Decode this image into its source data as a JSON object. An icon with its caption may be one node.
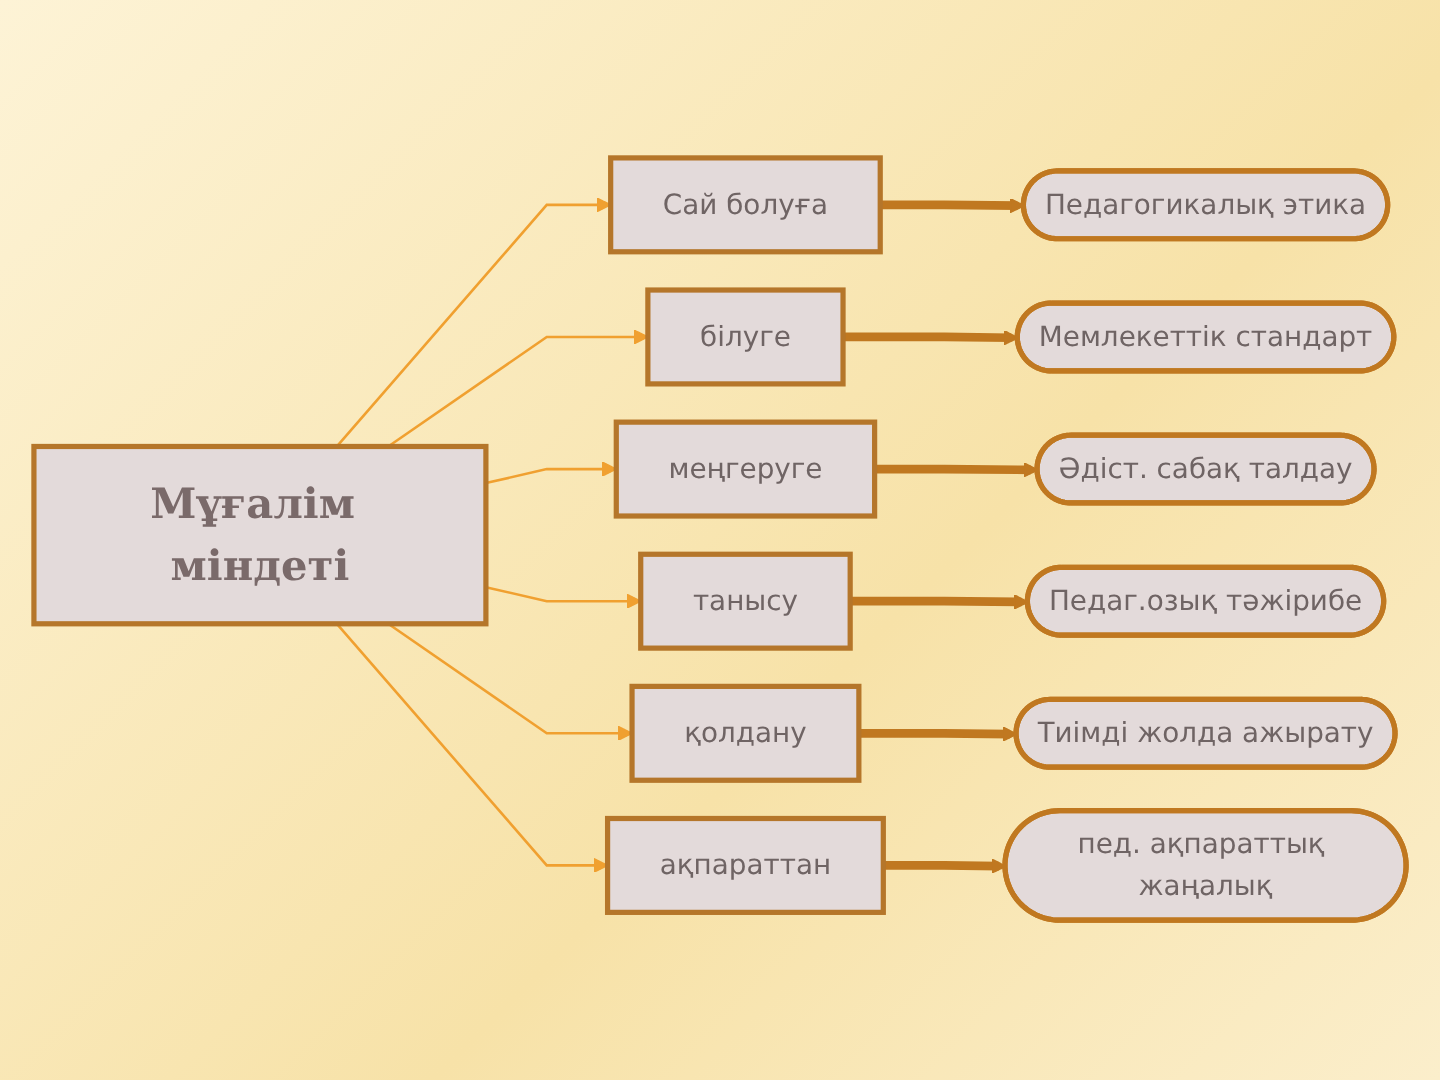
{
  "diagram": {
    "nodes": [
      {
        "text": [
          "Мұғалім міндеті"
        ]
      },
      {
        "text": [
          "Сай болуға"
        ]
      },
      {
        "text": [
          "білуге"
        ]
      },
      {
        "text": [
          "меңгеруге"
        ]
      },
      {
        "text": [
          "танысу"
        ]
      },
      {
        "text": [
          "қолдану"
        ]
      },
      {
        "text": [
          "ақпараттан"
        ]
      },
      {
        "text": [
          "Педагогикалық  этика"
        ]
      },
      {
        "text": [
          "Мемлекеттік стандарт"
        ]
      },
      {
        "text": [
          "Әдіст. сабақ талдау"
        ]
      },
      {
        "text": [
          "Педаг.озық тәжірибе"
        ]
      },
      {
        "text": [
          "Тиімді жолда ажырату"
        ]
      },
      {
        "text": [
          "пед. ақпараттық жаңалық"
        ]
      }
    ],
    "edges": [
      {
        "from": 0,
        "to": 1,
        "arrow": "to"
      },
      {
        "from": 0,
        "to": 2,
        "arrow": "to"
      },
      {
        "from": 0,
        "to": 3,
        "arrow": "to"
      },
      {
        "from": 0,
        "to": 4,
        "arrow": "to"
      },
      {
        "from": 0,
        "to": 5,
        "arrow": "to"
      },
      {
        "from": 0,
        "to": 6,
        "arrow": "to"
      },
      {
        "from": 1,
        "to": 7,
        "arrow": "to",
        "style": "thick",
        "color": "#c07820"
      },
      {
        "from": 2,
        "to": 8,
        "arrow": "to",
        "style": "thick",
        "color": "#c07820"
      },
      {
        "from": 3,
        "to": 9,
        "arrow": "to",
        "style": "thick",
        "color": "#c07820"
      },
      {
        "from": 4,
        "to": 10,
        "arrow": "to",
        "style": "thick",
        "color": "#c07820"
      },
      {
        "from": 5,
        "to": 11,
        "arrow": "to",
        "style": "thick",
        "color": "#c07820"
      },
      {
        "from": 6,
        "to": 12,
        "arrow": "to",
        "style": "thick",
        "color": "#c07820"
      }
    ]
  }
}
